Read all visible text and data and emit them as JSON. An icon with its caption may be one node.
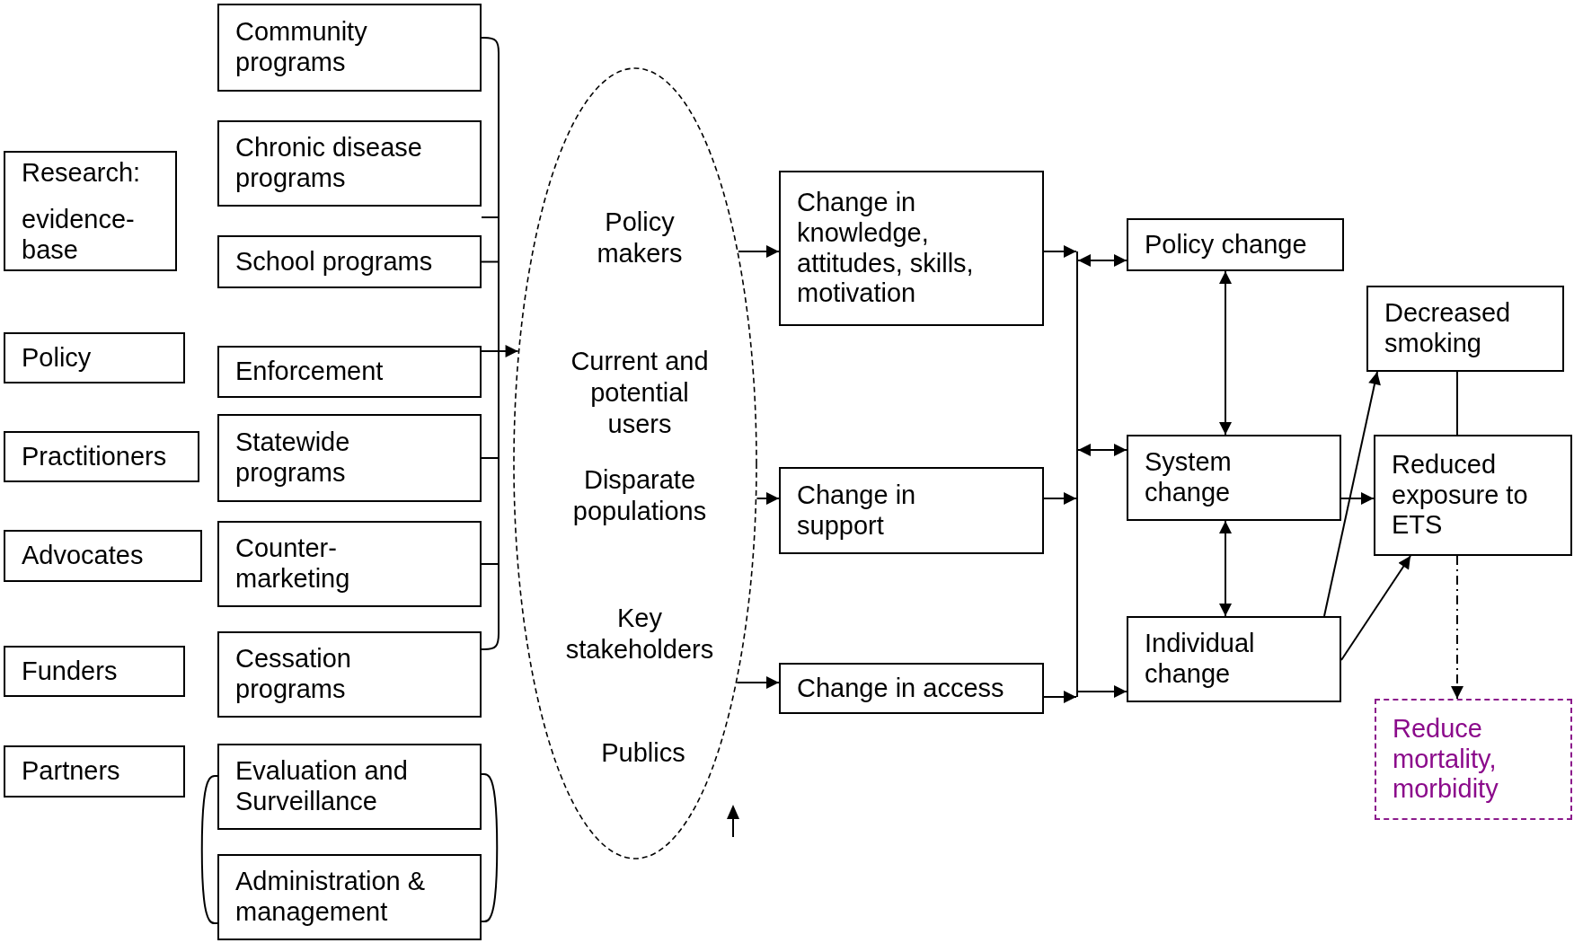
{
  "diagram": {
    "nodes": [
      {
        "text": [
          "Research:",
          "evidence- base"
        ]
      },
      {
        "text": [
          "Policy"
        ]
      },
      {
        "text": [
          "Practitioners"
        ]
      },
      {
        "text": [
          "Advocates"
        ]
      },
      {
        "text": [
          "Funders"
        ]
      },
      {
        "text": [
          "Partners"
        ]
      },
      {
        "text": [
          "Community programs"
        ]
      },
      {
        "text": [
          "Chronic disease programs"
        ]
      },
      {
        "text": [
          "School programs"
        ]
      },
      {
        "text": [
          "Enforcement"
        ]
      },
      {
        "text": [
          "Statewide programs"
        ]
      },
      {
        "text": [
          "Counter- marketing"
        ]
      },
      {
        "text": [
          "Cessation programs"
        ]
      },
      {
        "text": [
          "Evaluation and Surveillance"
        ]
      },
      {
        "text": [
          "Administration & management"
        ]
      },
      {
        "text": [
          "Policy makers",
          "Current and potential users",
          "Disparate populations",
          "Key stakeholders",
          "Publics"
        ]
      },
      {
        "text": [
          "Change in knowledge, attitudes, skills, motivation"
        ]
      },
      {
        "text": [
          "Change in support"
        ]
      },
      {
        "text": [
          "Change in access"
        ]
      },
      {
        "text": [
          "Policy change"
        ]
      },
      {
        "text": [
          "System change"
        ]
      },
      {
        "text": [
          "Individual change"
        ]
      },
      {
        "text": [
          "Decreased smoking"
        ]
      },
      {
        "text": [
          "Reduced exposure to ETS"
        ]
      },
      {
        "text": [
          "Reduce mortality, morbidity"
        ]
      },
      {
        "text": [],
        "shape": "bar"
      },
      {
        "text": [],
        "shape": "bar"
      }
    ],
    "edges": [
      {
        "from": 6,
        "to": 25,
        "arrow": "none"
      },
      {
        "from": 7,
        "to": 25,
        "arrow": "none"
      },
      {
        "from": 8,
        "to": 25,
        "arrow": "none"
      },
      {
        "from": 9,
        "to": 25,
        "arrow": "none"
      },
      {
        "from": 10,
        "to": 25,
        "arrow": "none"
      },
      {
        "from": 11,
        "to": 25,
        "arrow": "none"
      },
      {
        "from": 12,
        "to": 25,
        "arrow": "none"
      },
      {
        "from": 25,
        "to": 15,
        "arrow": "to"
      },
      {
        "from": 15,
        "to": 16,
        "arrow": "to"
      },
      {
        "from": 15,
        "to": 17,
        "arrow": "to"
      },
      {
        "from": 15,
        "to": 18,
        "arrow": "to"
      },
      {
        "from": 16,
        "to": 26,
        "arrow": "to"
      },
      {
        "from": 17,
        "to": 26,
        "arrow": "to"
      },
      {
        "from": 18,
        "to": 26,
        "arrow": "to"
      },
      {
        "from": 26,
        "to": 19,
        "arrow": "both"
      },
      {
        "from": 26,
        "to": 20,
        "arrow": "both"
      },
      {
        "from": 26,
        "to": 21,
        "arrow": "to"
      },
      {
        "from": 19,
        "to": 20,
        "arrow": "both"
      },
      {
        "from": 20,
        "to": 21,
        "arrow": "both"
      },
      {
        "from": 20,
        "to": 23,
        "arrow": "to"
      },
      {
        "from": 21,
        "to": 22,
        "arrow": "to"
      },
      {
        "from": 21,
        "to": 23,
        "arrow": "to"
      },
      {
        "from": 22,
        "to": 23,
        "arrow": "none"
      },
      {
        "from": 23,
        "to": 24,
        "arrow": "to",
        "style": "dashed",
        "color": "#000000"
      },
      {
        "from": 13,
        "to": 14,
        "arrow": "none"
      },
      {
        "from": 13,
        "to": 14,
        "arrow": "none"
      }
    ]
  }
}
